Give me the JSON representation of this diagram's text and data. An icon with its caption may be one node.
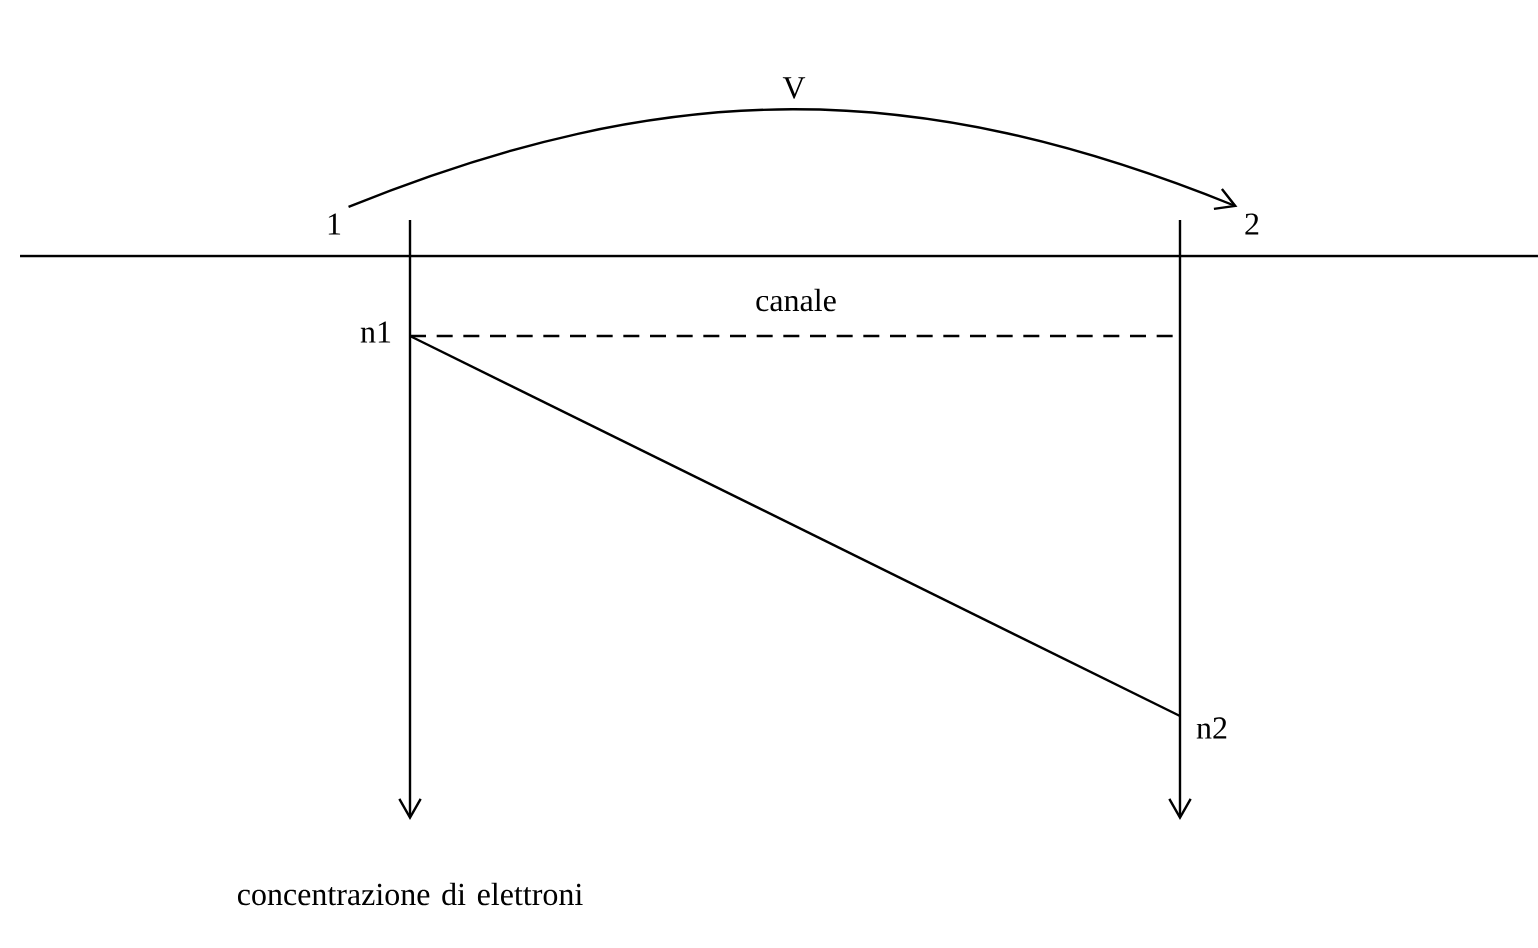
{
  "diagram": {
    "nodes": [
      {
        "text": [
          "1"
        ]
      },
      {
        "text": [
          "2"
        ]
      }
    ],
    "edges": [
      {
        "from": 0,
        "to": 1,
        "arrow": "to",
        "label": "V"
      }
    ],
    "labels": [
      "canale",
      "n1",
      "n2",
      "concentrazione di elettroni"
    ]
  }
}
